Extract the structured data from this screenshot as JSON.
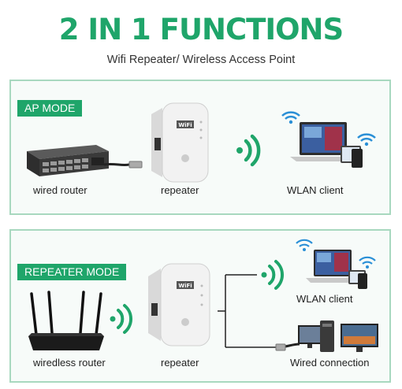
{
  "header": {
    "title": "2 IN 1 FUNCTIONS",
    "subtitle": "Wifi Repeater/ Wireless Access Point"
  },
  "ap_mode": {
    "badge": "AP MODE",
    "router_label": "wired router",
    "repeater_label": "repeater",
    "client_label": "WLAN client"
  },
  "repeater_mode": {
    "badge": "REPEATER MODE",
    "router_label": "wiredless router",
    "repeater_label": "repeater",
    "client_label": "WLAN client",
    "wired_label": "Wired connection"
  },
  "device": {
    "logo_text": "WiFi"
  },
  "colors": {
    "accent": "#1fa56a",
    "panel_border": "#a8d8bf",
    "wifi_blue": "#2a8fd6"
  }
}
